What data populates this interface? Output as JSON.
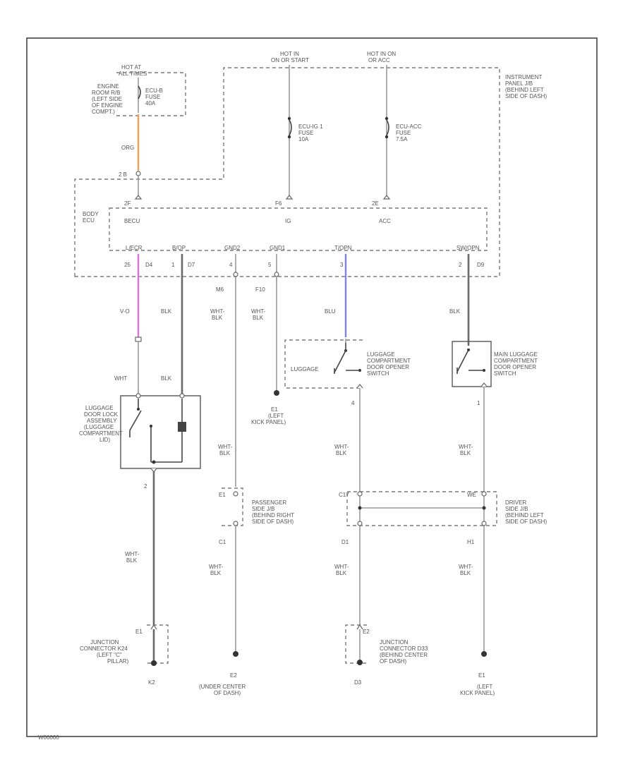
{
  "diagram": {
    "code": "W00000",
    "engine_box": {
      "hot_label": [
        "HOT AT",
        "ALL TIMES"
      ],
      "location": [
        "ENGINE",
        "ROOM R/B",
        "(LEFT SIDE",
        "OF ENGINE",
        "COMPT.)"
      ],
      "fuse": [
        "ECU-B",
        "FUSE",
        "40A"
      ]
    },
    "instrument_panel": {
      "location": [
        "INSTRUMENT",
        "PANEL J/B",
        "(BEHIND LEFT",
        "SIDE OF DASH)"
      ],
      "ig1_hot": [
        "HOT IN",
        "ON OR START"
      ],
      "acc_hot": [
        "HOT IN ON",
        "OR ACC"
      ],
      "ig1_fuse": [
        "ECU-IG 1",
        "FUSE",
        "10A"
      ],
      "acc_fuse": [
        "ECU-ACC",
        "FUSE",
        "7.5A"
      ]
    },
    "body_ecu": {
      "name": [
        "BODY",
        "ECU"
      ],
      "inputs": [
        "BECU",
        "IG",
        "ACC"
      ],
      "input_pins": [
        "2F",
        "F6",
        "2E"
      ],
      "upper_connector": "2 B",
      "connectors": [
        "L/ECR",
        "B/OP",
        "GND2",
        "GND1",
        "T/OPN",
        "SW/OPN"
      ],
      "pins": [
        "25",
        "D4",
        "1",
        "D7",
        "4",
        "5",
        "3",
        "2",
        "D9"
      ],
      "lower_labels": [
        "M6",
        "F10"
      ]
    },
    "wires": {
      "orange": "ORG",
      "pink": "V-O",
      "blk": "BLK",
      "blue": "BLU",
      "wht_blk": [
        "WHT-",
        "BLK"
      ],
      "wht": "WHT"
    },
    "lock_assembly": {
      "label": [
        "LUGGAGE",
        "DOOR LOCK",
        "ASSEMBLY",
        "(LUGGAGE",
        "COMPARTMENT",
        "LID)"
      ],
      "pin_lower": "2"
    },
    "luggage_switch": {
      "label": [
        "LUGGAGE",
        "COMPARTMENT",
        "DOOR OPENER",
        "SWITCH"
      ],
      "inner": "LUGGAGE",
      "pin": "4"
    },
    "main_switch": {
      "label": [
        "MAIN LUGGAGE",
        "COMPARTMENT",
        "DOOR OPENER",
        "SWITCH"
      ],
      "pin": "1"
    },
    "passenger_jb": {
      "label": [
        "PASSENGER",
        "SIDE J/B",
        "(BEHIND RIGHT",
        "SIDE OF DASH)"
      ],
      "connector": "E1",
      "lower": "C1"
    },
    "driver_jb": {
      "label": [
        "DRIVER",
        "SIDE J/B",
        "(BEHIND LEFT",
        "SIDE OF DASH)"
      ],
      "left_connector": "C17",
      "right_connector": "WE",
      "left_lower": "D1",
      "right_lower": "H1"
    },
    "grounds": {
      "e1_left": [
        "E1",
        "(LEFT",
        "KICK PANEL)"
      ],
      "k2": "K2",
      "k2_connector": "E1",
      "e2": [
        "E2",
        "(UNDER CENTER",
        "OF DASH)"
      ],
      "d3": "D3",
      "d3_connector": "E2",
      "e1_right": [
        "E1",
        "(LEFT",
        "KICK PANEL)"
      ]
    },
    "junction_left": {
      "label": [
        "JUNCTION",
        "CONNECTOR K24",
        "(LEFT \"C\"",
        "PILLAR)"
      ]
    },
    "junction_right": {
      "label": [
        "JUNCTION",
        "CONNECTOR D33",
        "(BEHIND CENTER",
        "OF DASH)"
      ]
    }
  }
}
